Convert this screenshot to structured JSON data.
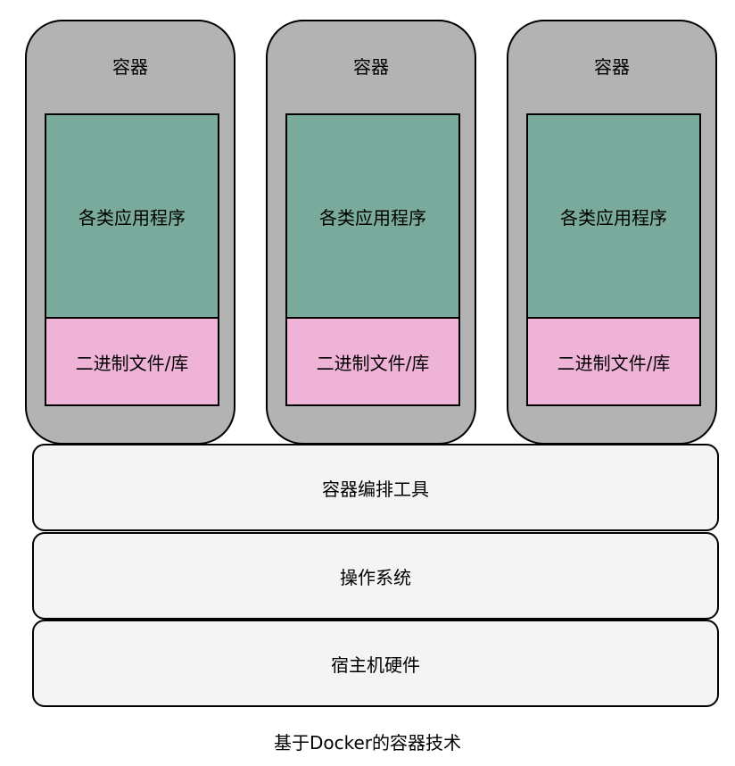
{
  "containers": [
    {
      "title": "容器",
      "app": "各类应用程序",
      "lib": "二进制文件/库"
    },
    {
      "title": "容器",
      "app": "各类应用程序",
      "lib": "二进制文件/库"
    },
    {
      "title": "容器",
      "app": "各类应用程序",
      "lib": "二进制文件/库"
    }
  ],
  "layers": {
    "orchestration": "容器编排工具",
    "os": "操作系统",
    "hardware": "宿主机硬件"
  },
  "caption": "基于Docker的容器技术",
  "colors": {
    "container_fill": "#b3b3b3",
    "app_fill": "#79aa9c",
    "lib_fill": "#f0b3d8",
    "layer_fill": "#f4f4f5",
    "stroke": "#000000"
  }
}
